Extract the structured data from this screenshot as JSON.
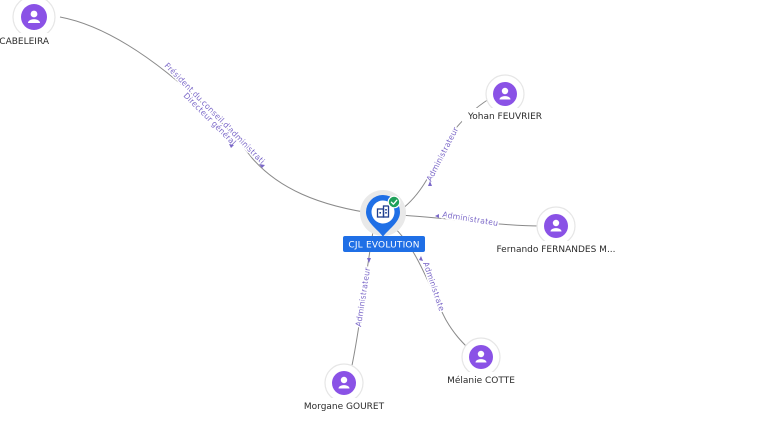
{
  "center": {
    "label": "CJL EVOLUTION",
    "icon": "building-icon",
    "badge_icon": "check-icon",
    "colors": {
      "pin": "#1f6fe6",
      "badge": "#1fa05a"
    }
  },
  "people": [
    {
      "id": "sandra",
      "label": "andra CABELEIRA",
      "icon": "person-icon"
    },
    {
      "id": "yohan",
      "label": "Yohan FEUVRIER",
      "icon": "person-icon"
    },
    {
      "id": "fernando",
      "label": "Fernando FERNANDES M...",
      "icon": "person-icon"
    },
    {
      "id": "melanie",
      "label": "Mélanie COTTE",
      "icon": "person-icon"
    },
    {
      "id": "morgane",
      "label": "Morgane GOURET",
      "icon": "person-icon"
    }
  ],
  "edges": [
    {
      "to": "sandra",
      "labels": [
        "Président du conseil d'administration",
        "Directeur général"
      ]
    },
    {
      "to": "yohan",
      "labels": [
        "Administrateur"
      ]
    },
    {
      "to": "fernando",
      "labels": [
        "Administrateur"
      ]
    },
    {
      "to": "melanie",
      "labels": [
        "Administrateur"
      ]
    },
    {
      "to": "morgane",
      "labels": [
        "Administrateur"
      ]
    }
  ],
  "colors": {
    "person_node": "#8a52e6",
    "edge_label": "#7b68c8",
    "edge": "#8a8a8a"
  }
}
